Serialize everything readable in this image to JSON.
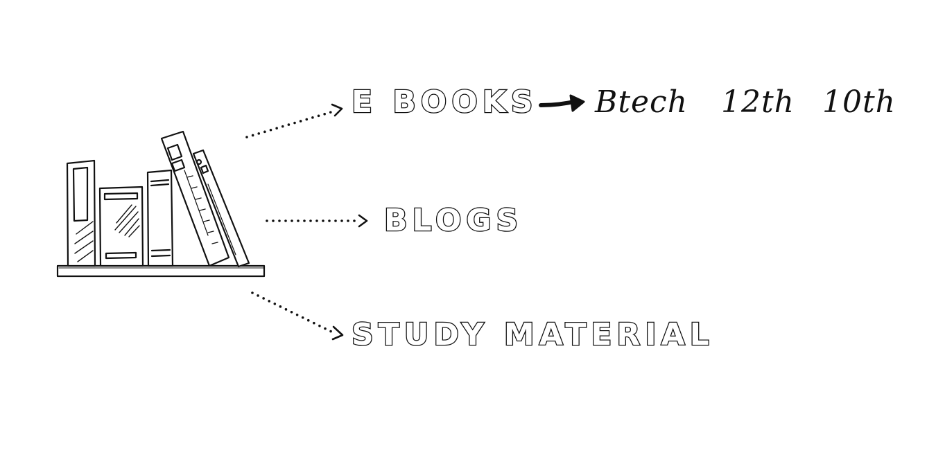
{
  "diagram": {
    "root_icon": "bookshelf-icon",
    "branches": [
      {
        "label": "E BOOKS",
        "children": [
          "Btech",
          "12th",
          "10th"
        ]
      },
      {
        "label": "BLOGS",
        "children": []
      },
      {
        "label": "STUDY MATERIAL",
        "children": []
      }
    ],
    "colors": {
      "ink": "#111111",
      "background": "#ffffff"
    }
  }
}
